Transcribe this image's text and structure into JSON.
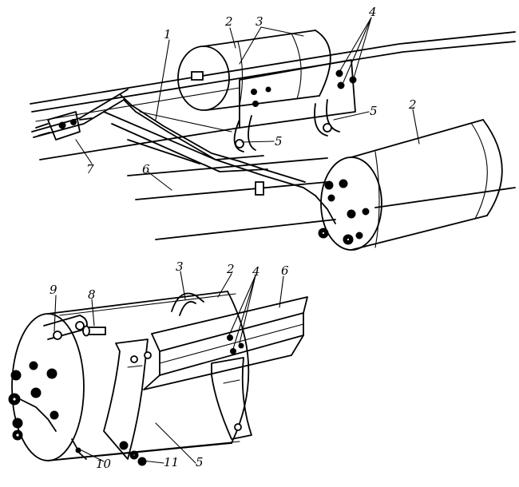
{
  "callouts": {
    "top": {
      "label_1": "1",
      "label_2_left": "2",
      "label_3": "3",
      "label_4": "4",
      "label_5_right": "5",
      "label_2_right": "2",
      "label_5_center": "5",
      "label_6": "6",
      "label_7": "7"
    },
    "bottom": {
      "label_9": "9",
      "label_8": "8",
      "label_3": "3",
      "label_2": "2",
      "label_4": "4",
      "label_6": "6",
      "label_10": "10",
      "label_5": "5",
      "label_11": "11"
    }
  }
}
